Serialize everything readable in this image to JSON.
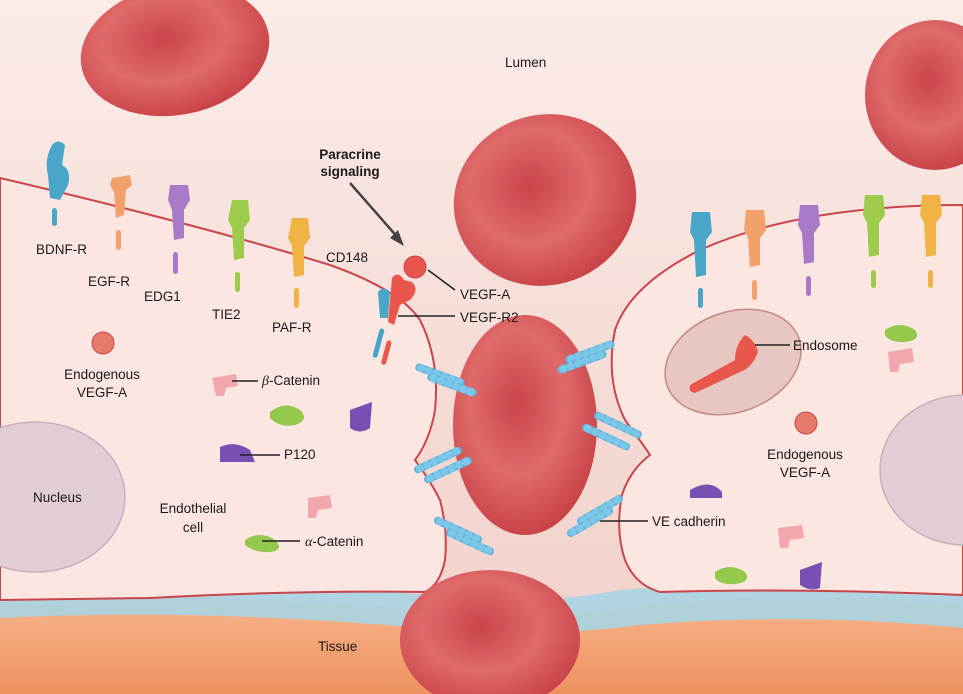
{
  "labels": {
    "lumen": "Lumen",
    "paracrine_line1": "Paracrine",
    "paracrine_line2": "signaling",
    "cd148": "CD148",
    "vegfa": "VEGF-A",
    "vegfr2": "VEGF-R2",
    "bdnfr": "BDNF-R",
    "egfr": "EGF-R",
    "edg1": "EDG1",
    "tie2": "TIE2",
    "pafr": "PAF-R",
    "endogenous_left_1": "Endogenous",
    "endogenous_left_2": "VEGF-A",
    "beta_symbol": "β",
    "beta_text": "-Catenin",
    "p120": "P120",
    "nucleus": "Nucleus",
    "endothelial_1": "Endothelial",
    "endothelial_2": "cell",
    "alpha_symbol": "α",
    "alpha_text": "-Catenin",
    "endosome": "Endosome",
    "endogenous_right_1": "Endogenous",
    "endogenous_right_2": "VEGF-A",
    "ve_cadherin": "VE cadherin",
    "tissue": "Tissue"
  },
  "colors": {
    "lumen_bg": "#f6dcd6",
    "cell_fill": "#fbe6e1",
    "cell_border": "#c8454a",
    "rbc": "#d9575a",
    "rbc_dark": "#b8383d",
    "nucleus": "#e0cdd6",
    "tissue": "#f2a57a",
    "basement": "#a8d4e3",
    "cadherin": "#5fb4de",
    "vegf": "#e8564c",
    "p120": "#7a4fb3",
    "beta_catenin": "#f2a6ad",
    "alpha_catenin": "#93c84d",
    "receptor_blue": "#4aa6c9",
    "receptor_orange": "#f3a16b",
    "receptor_purple": "#a97ac7",
    "receptor_green": "#9dcc4c",
    "receptor_yellow": "#f1b343"
  }
}
